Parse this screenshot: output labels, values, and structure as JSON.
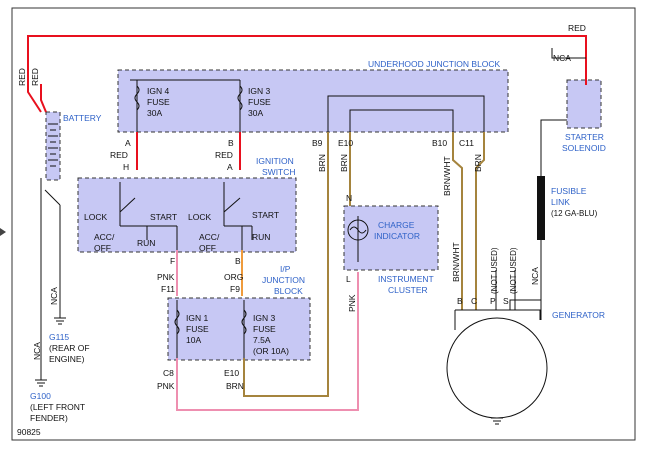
{
  "labels": {
    "red_top": "RED",
    "nca_top": "NCA",
    "red_left1": "RED",
    "red_left2": "RED",
    "underhood_block": "UNDERHOOD JUNCTION BLOCK",
    "ign4_fuse_line1": "IGN 4",
    "ign4_fuse_line2": "FUSE",
    "ign4_fuse_line3": "30A",
    "ign3_fuse_line1": "IGN 3",
    "ign3_fuse_line2": "FUSE",
    "ign3_fuse_line3": "30A",
    "battery": "BATTERY",
    "starter_line1": "STARTER",
    "starter_line2": "SOLENOID",
    "conn_a1": "A",
    "conn_b1": "B",
    "conn_b9": "B9",
    "conn_e10_top": "E10",
    "conn_b10": "B10",
    "conn_c11": "C11",
    "wire_red1": "RED",
    "wire_red2": "RED",
    "conn_h": "H",
    "conn_a2": "A",
    "ignition_line1": "IGNITION",
    "ignition_line2": "SWITCH",
    "wire_brn1": "BRN",
    "wire_brn2": "BRN",
    "wire_brnwht1": "BRN/WHT",
    "wire_brn3": "BRN",
    "conn_n": "N",
    "charge_line1": "CHARGE",
    "charge_line2": "INDICATOR",
    "fusible_line1": "FUSIBLE",
    "fusible_line2": "LINK",
    "fusible_line3": "(12 GA-BLU)",
    "sw_lock1": "LOCK",
    "sw_start1": "START",
    "sw_lock2": "LOCK",
    "sw_start2": "START",
    "sw_acc1a": "ACC/",
    "sw_acc1b": "OFF",
    "sw_run1": "RUN",
    "sw_acc2a": "ACC/",
    "sw_acc2b": "OFF",
    "sw_run2": "RUN",
    "conn_f": "F",
    "conn_b2": "B",
    "wire_pnk1": "PNK",
    "wire_org": "ORG",
    "conn_f11": "F11",
    "conn_f9": "F9",
    "ip_line1": "I/P",
    "ip_line2": "JUNCTION",
    "ip_line3": "BLOCK",
    "conn_l": "L",
    "wire_pnk2": "PNK",
    "instrument_line1": "INSTRUMENT",
    "instrument_line2": "CLUSTER",
    "wire_brnwht2": "BRN/WHT",
    "not_used1": "(NOT USED)",
    "not_used2": "(NOT USED)",
    "wire_nca_right": "NCA",
    "wire_nca_left": "NCA",
    "g115_line1": "G115",
    "g115_line2": "(REAR OF",
    "g115_line3": "ENGINE)",
    "ign1_fuse_line1": "IGN 1",
    "ign1_fuse_line2": "FUSE",
    "ign1_fuse_line3": "10A",
    "ign3b_fuse_line1": "IGN 3",
    "ign3b_fuse_line2": "FUSE",
    "ign3b_fuse_line3": "7.5A",
    "ign3b_fuse_line4": "(OR 10A)",
    "gen_b": "B",
    "gen_c": "C",
    "gen_p": "P",
    "gen_s": "S",
    "generator": "GENERATOR",
    "wire_nca_left2": "NCA",
    "conn_c8": "C8",
    "conn_e10_bottom": "E10",
    "wire_pnk3": "PNK",
    "wire_brn4": "BRN",
    "g100_line1": "G100",
    "g100_line2": "(LEFT FRONT",
    "g100_line3": "FENDER)",
    "figure_id": "90825"
  },
  "colors": {
    "red_wire": "#e8101e",
    "pink_wire": "#ee8fb0",
    "brown_wire": "#a5843d",
    "block_fill": "#c7c8f4",
    "label_blue": "#2f62c8"
  }
}
